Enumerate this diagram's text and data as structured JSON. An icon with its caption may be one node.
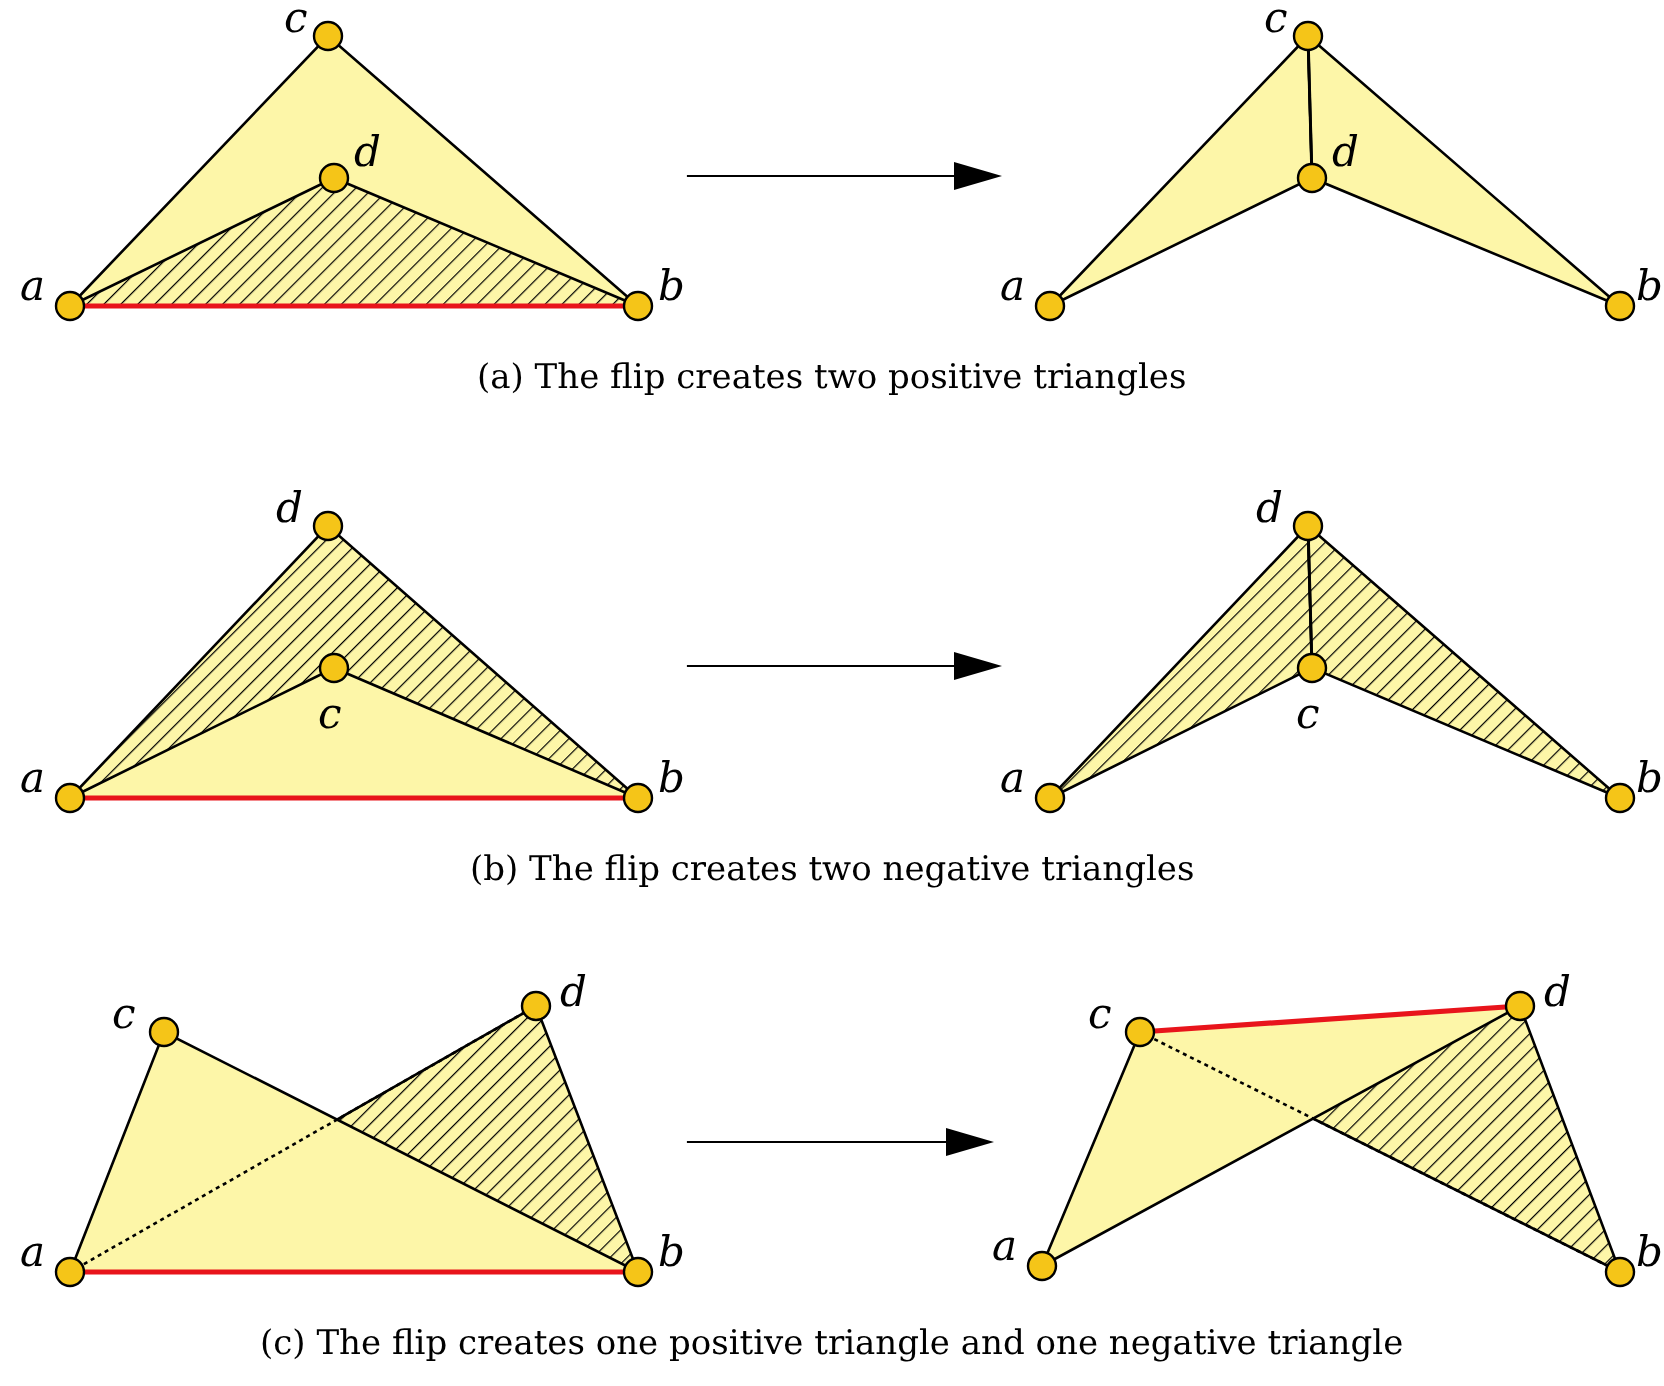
{
  "diagram": {
    "nodes": [
      {
        "text": [
          "c",
          "d",
          "a",
          "b"
        ]
      },
      {
        "text": [
          "c",
          "d",
          "a",
          "b"
        ]
      },
      {
        "text": [
          "d",
          "c",
          "a",
          "b"
        ]
      },
      {
        "text": [
          "d",
          "c",
          "a",
          "b"
        ]
      },
      {
        "text": [
          "c",
          "d",
          "a",
          "b"
        ]
      },
      {
        "text": [
          "c",
          "d",
          "a",
          "b"
        ]
      }
    ],
    "edges": [
      {
        "from": 0,
        "to": 1,
        "arrow": "to"
      },
      {
        "from": 2,
        "to": 3,
        "arrow": "to"
      },
      {
        "from": 4,
        "to": 5,
        "arrow": "to"
      }
    ],
    "labels": [
      "(a)  The flip creates two positive triangles",
      "(b)  The flip creates two negative triangles",
      "(c)  The flip creates one positive triangle and one negative triangle"
    ]
  }
}
